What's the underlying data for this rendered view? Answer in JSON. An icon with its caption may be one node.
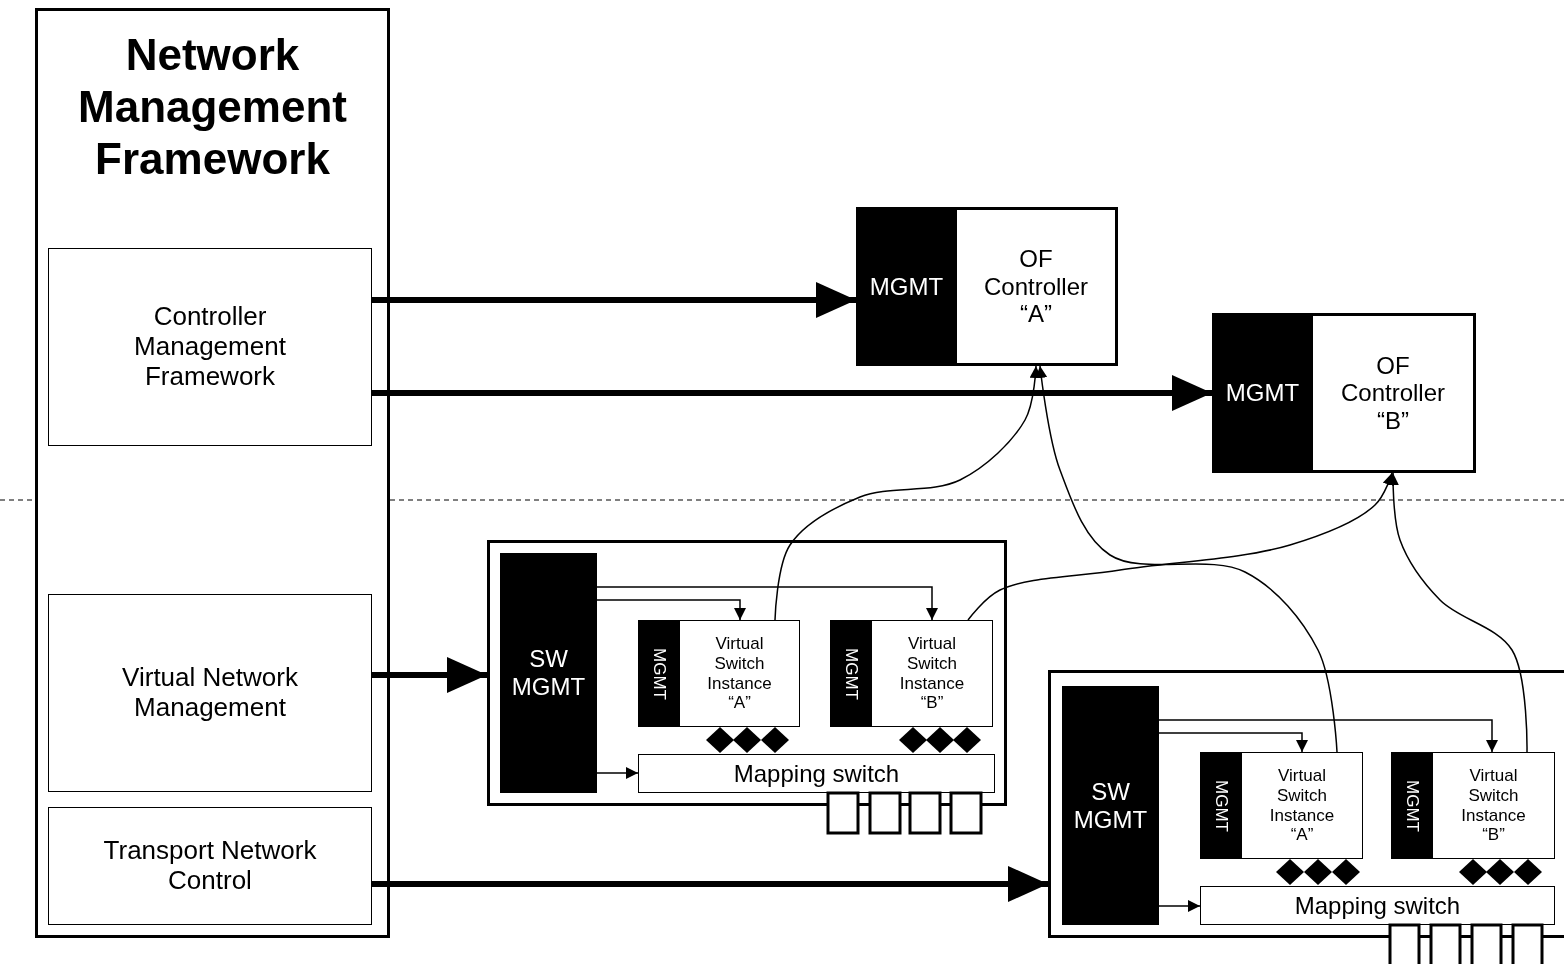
{
  "diagram": {
    "nodes": [
      {
        "text": [
          "Network Management Framework"
        ]
      },
      {
        "text": [
          "Controller Management Framework"
        ],
        "in": 0
      },
      {
        "text": [
          "Virtual Network Management"
        ],
        "in": 0
      },
      {
        "text": [
          "Transport Network Control"
        ],
        "in": 0
      },
      {
        "text": [
          "MGMT"
        ]
      },
      {
        "text": [
          "OF Controller “A”"
        ]
      },
      {
        "text": [
          "MGMT"
        ]
      },
      {
        "text": [
          "OF Controller “B”"
        ]
      },
      {
        "text": [],
        "shape": "box"
      },
      {
        "text": [
          "SW MGMT"
        ],
        "in": 8
      },
      {
        "text": [
          "MGMT"
        ],
        "in": 8
      },
      {
        "text": [
          "Virtual Switch Instance “A”"
        ],
        "in": 8
      },
      {
        "text": [
          "MGMT"
        ],
        "in": 8
      },
      {
        "text": [
          "Virtual Switch Instance “B”"
        ],
        "in": 8
      },
      {
        "text": [
          "Mapping switch"
        ],
        "in": 8
      },
      {
        "text": [],
        "shape": "box"
      },
      {
        "text": [
          "SW MGMT"
        ],
        "in": 15
      },
      {
        "text": [
          "MGMT"
        ],
        "in": 15
      },
      {
        "text": [
          "Virtual Switch Instance “A”"
        ],
        "in": 15
      },
      {
        "text": [
          "MGMT"
        ],
        "in": 15
      },
      {
        "text": [
          "Virtual Switch Instance “B”"
        ],
        "in": 15
      },
      {
        "text": [
          "Mapping switch"
        ],
        "in": 15
      }
    ],
    "edges": [
      {
        "from": 1,
        "to": 4,
        "arrow": "to",
        "style": "thick"
      },
      {
        "from": 1,
        "to": 6,
        "arrow": "to",
        "style": "thick"
      },
      {
        "from": 2,
        "to": 8,
        "arrow": "to",
        "style": "thick"
      },
      {
        "from": 3,
        "to": 15,
        "arrow": "to",
        "style": "thick"
      },
      {
        "from": 9,
        "to": 11,
        "arrow": "to"
      },
      {
        "from": 9,
        "to": 13,
        "arrow": "to"
      },
      {
        "from": 9,
        "to": 14,
        "arrow": "to"
      },
      {
        "from": 11,
        "to": 5,
        "arrow": "to"
      },
      {
        "from": 13,
        "to": 7,
        "arrow": "to"
      },
      {
        "from": 16,
        "to": 18,
        "arrow": "to"
      },
      {
        "from": 16,
        "to": 20,
        "arrow": "to"
      },
      {
        "from": 16,
        "to": 21,
        "arrow": "to"
      },
      {
        "from": 18,
        "to": 5,
        "arrow": "to"
      },
      {
        "from": 20,
        "to": 7,
        "arrow": "to"
      }
    ]
  }
}
